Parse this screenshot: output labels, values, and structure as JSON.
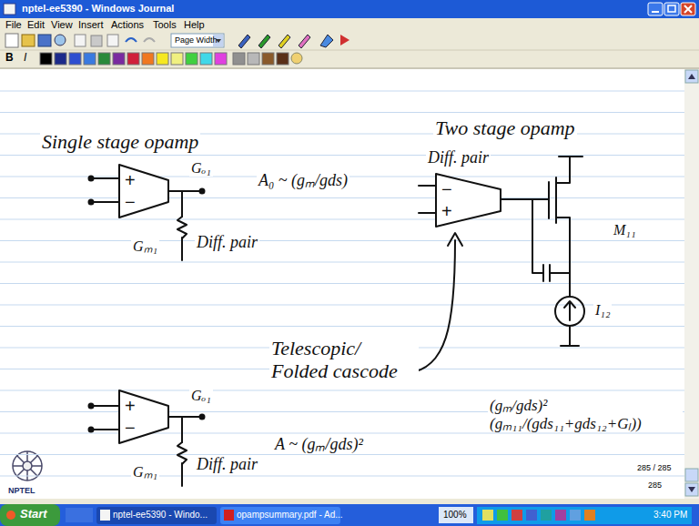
{
  "diagram": {
    "nodes": [
      {
        "text": [
          "+",
          "−"
        ]
      },
      {
        "text": [
          "−",
          "+"
        ]
      },
      {
        "text": [
          "+",
          "−"
        ]
      }
    ],
    "labels": [
      "nptel-ee5390 - Windows Journal",
      "File",
      "Edit",
      "View",
      "Insert",
      "Actions",
      "Tools",
      "Help",
      "Page Width",
      "B",
      "I",
      "Single stage opamp",
      "Two stage opamp",
      "Diff. pair",
      "Gₒ₁",
      "A₀ ~ (gₘ/gds)",
      "Gₘ₁",
      "Diff. pair",
      "M₁₁",
      "I₁₂",
      "Telescopic/ Folded cascode",
      "Gₒ₁",
      "Diff. pair",
      "A ~ (gₘ/gds)²",
      "Gₘ₁",
      "(gₘ/gds)² (gₘ₁₁/(gds₁₁+gds₁₂+Gₗ))",
      "285 / 285",
      "285",
      "NPTEL",
      "Start",
      "nptel-ee5390 - Windo...",
      "opampsummary.pdf - Ad...",
      "100%",
      "3:40 PM"
    ]
  }
}
